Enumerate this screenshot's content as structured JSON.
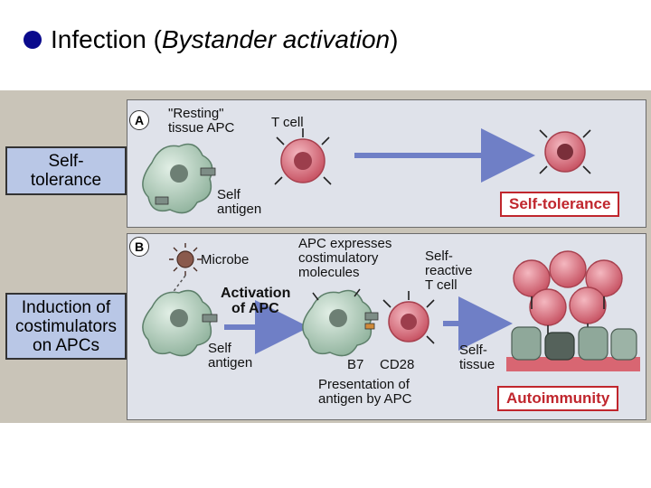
{
  "title": {
    "prefix": "Infection (",
    "emphasis": "Bystander activation",
    "suffix": ")"
  },
  "panel_a": {
    "letter": "A",
    "apc_label_1": "\"Resting\"",
    "apc_label_2": "tissue APC",
    "tcell_label": "T cell",
    "antigen_label_1": "Self",
    "antigen_label_2": "antigen",
    "outcome": "Self-tolerance",
    "side_label_1": "Self-",
    "side_label_2": "tolerance"
  },
  "panel_b": {
    "letter": "B",
    "microbe_label": "Microbe",
    "activation_1": "Activation",
    "activation_2": "of APC",
    "apc_expresses_1": "APC expresses",
    "apc_expresses_2": "costimulatory",
    "apc_expresses_3": "molecules",
    "self_reactive_1": "Self-",
    "self_reactive_2": "reactive",
    "self_reactive_3": "T cell",
    "antigen_label_1": "Self",
    "antigen_label_2": "antigen",
    "b7_label": "B7",
    "cd28_label": "CD28",
    "presentation_1": "Presentation of",
    "presentation_2": "antigen by APC",
    "tissue_label_1": "Self-",
    "tissue_label_2": "tissue",
    "outcome": "Autoimmunity",
    "side_label_1": "Induction of",
    "side_label_2": "costimulators",
    "side_label_3": "on APCs"
  },
  "colors": {
    "bullet": "#0a0a8c",
    "panel_bg": "#dfe2ea",
    "side_box": "#b9c7e6",
    "outcome_red": "#c0262d",
    "tcell_pink": "#e07a86",
    "apc_green": "#b7cfc0",
    "arrow_blue": "#6f7fc6"
  }
}
